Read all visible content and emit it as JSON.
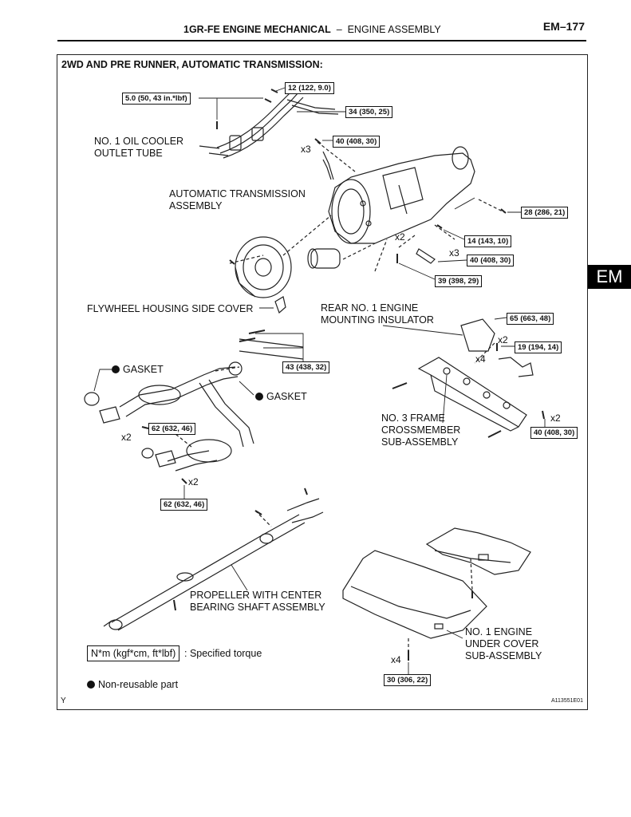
{
  "header": {
    "section": "1GR-FE ENGINE MECHANICAL",
    "separator": "–",
    "subsection": "ENGINE ASSEMBLY",
    "page_number": "EM–177",
    "tab": "EM"
  },
  "figure": {
    "title": "2WD AND PRE RUNNER, AUTOMATIC TRANSMISSION:",
    "corner_mark": "Y",
    "figure_id": "A113551E01"
  },
  "parts": {
    "oil_cooler_tube": "NO. 1 OIL COOLER\nOUTLET TUBE",
    "transmission": "AUTOMATIC TRANSMISSION\nASSEMBLY",
    "flywheel_cover": "FLYWHEEL HOUSING SIDE COVER",
    "rear_insulator": "REAR NO. 1 ENGINE\nMOUNTING INSULATOR",
    "gasket_1": "GASKET",
    "gasket_2": "GASKET",
    "crossmember": "NO. 3 FRAME\nCROSSMEMBER\nSUB-ASSEMBLY",
    "propeller": "PROPELLER WITH CENTER\nBEARING SHAFT ASSEMBLY",
    "under_cover": "NO. 1 ENGINE\nUNDER COVER\nSUB-ASSEMBLY"
  },
  "torques": {
    "t1": "12 (122, 9.0)",
    "t2": "5.0 (50, 43 in.*lbf)",
    "t3": "34 (350, 25)",
    "t4": "40 (408, 30)",
    "t5": "28 (286, 21)",
    "t6": "14 (143, 10)",
    "t7": "40 (408, 30)",
    "t8": "39 (398, 29)",
    "t9": "65 (663, 48)",
    "t10": "19 (194, 14)",
    "t11": "43 (438, 32)",
    "t12": "62 (632, 46)",
    "t13": "40 (408, 30)",
    "t14": "62 (632, 46)",
    "t15": "30 (306, 22)"
  },
  "multipliers": {
    "m1": "x3",
    "m2": "x2",
    "m3": "x3",
    "m4": "x2",
    "m5": "x4",
    "m6": "x2",
    "m7": "x2",
    "m8": "x2",
    "m9": "x4"
  },
  "legend": {
    "torque_unit": "N*m (kgf*cm, ft*lbf)",
    "torque_desc": ": Specified torque",
    "non_reusable": "Non-reusable part"
  }
}
